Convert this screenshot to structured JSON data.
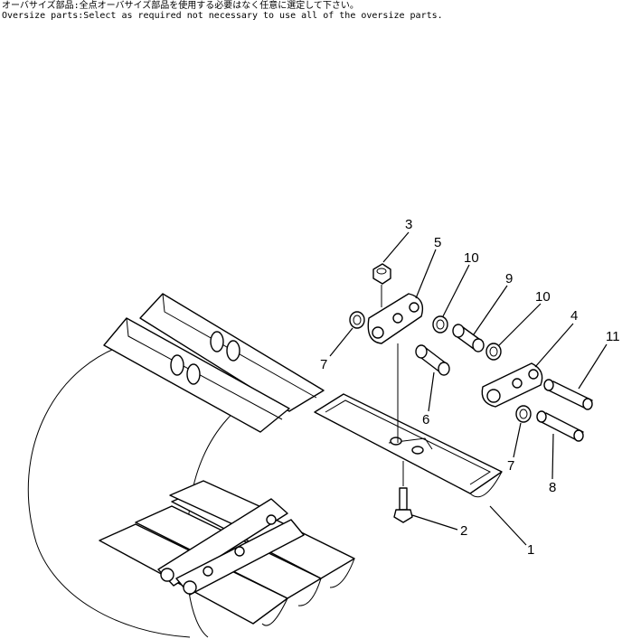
{
  "notes": {
    "japanese": "オーバサイズ部品:全点オーバサイズ部品を使用する必要はなく任意に選定して下さい。",
    "english": "Oversize parts:Select as required not necessary to use all of the oversize parts."
  },
  "callouts": [
    {
      "id": "1",
      "label": "1"
    },
    {
      "id": "2",
      "label": "2"
    },
    {
      "id": "3",
      "label": "3"
    },
    {
      "id": "4",
      "label": "4"
    },
    {
      "id": "5",
      "label": "5"
    },
    {
      "id": "6",
      "label": "6"
    },
    {
      "id": "7a",
      "label": "7"
    },
    {
      "id": "7b",
      "label": "7"
    },
    {
      "id": "8",
      "label": "8"
    },
    {
      "id": "9",
      "label": "9"
    },
    {
      "id": "10a",
      "label": "10"
    },
    {
      "id": "10b",
      "label": "10"
    },
    {
      "id": "11",
      "label": "11"
    }
  ]
}
